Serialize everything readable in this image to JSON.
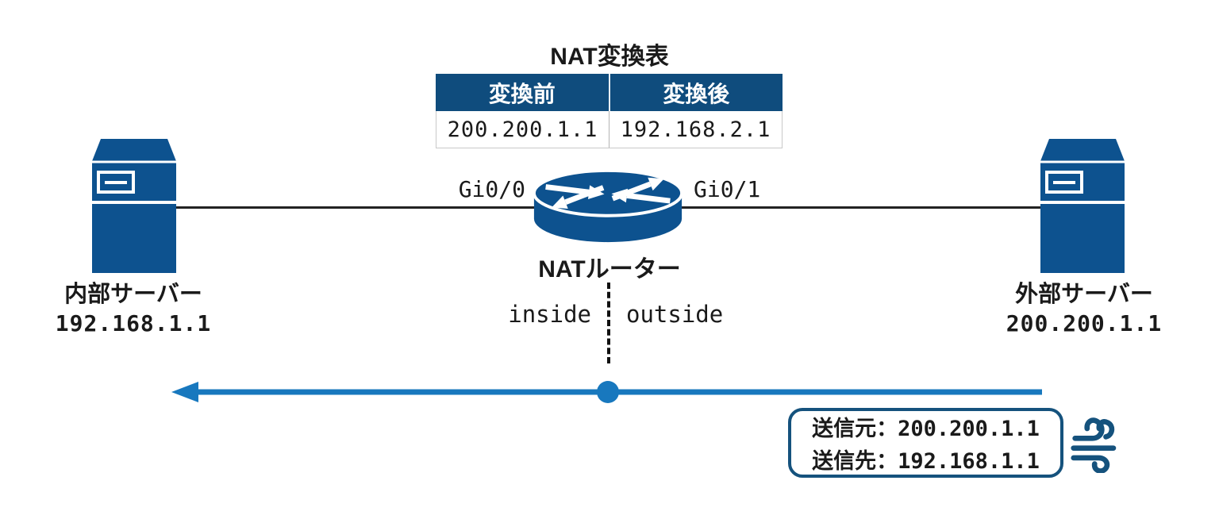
{
  "title": "NAT変換表",
  "nat_table": {
    "headers": [
      "変換前",
      "変換後"
    ],
    "rows": [
      [
        "200.200.1.1",
        "192.168.2.1"
      ]
    ]
  },
  "router": {
    "label": "NATルーター",
    "left_interface": "Gi0/0",
    "right_interface": "Gi0/1",
    "inside_label": "inside",
    "outside_label": "outside"
  },
  "servers": {
    "internal": {
      "name": "内部サーバー",
      "ip": "192.168.1.1"
    },
    "external": {
      "name": "外部サーバー",
      "ip": "200.200.1.1"
    }
  },
  "packet": {
    "source": "送信元：200.200.1.1",
    "destination": "送信先：192.168.1.1"
  },
  "colors": {
    "icon_navy": "#0D528F",
    "table_header_blue": "#0F4C7D",
    "arrow_blue": "#1878BE",
    "outline_navy": "#15527D",
    "link_black": "#222222"
  }
}
